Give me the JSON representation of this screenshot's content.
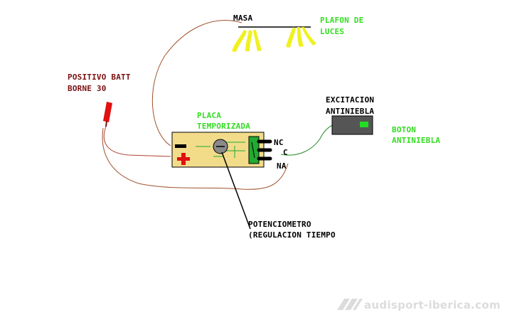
{
  "labels": {
    "masa": "MASA",
    "plafon": [
      "PLAFON DE",
      "LUCES"
    ],
    "positivo": [
      "POSITIVO BATT",
      "BORNE 30"
    ],
    "placa": [
      "PLACA",
      "TEMPORIZADA"
    ],
    "excitacion": [
      "EXCITACION",
      "ANTINIEBLA"
    ],
    "boton": [
      "BOTON",
      "ANTINIEBLA"
    ],
    "nc": "NC",
    "c": "C",
    "na": "NA",
    "potenciometro": [
      "POTENCIOMETRO",
      "(REGULACION TIEMPO"
    ]
  },
  "watermark": "audisport-iberica.com",
  "colors": {
    "wire": "#a0522d",
    "green_wire": "#228b22",
    "board": "#f2dc8a",
    "lamp": "#f0f020",
    "red": "#e01010",
    "button_body": "#555555",
    "button_led": "#22dd22",
    "relay": "#22aa33",
    "pot": "#8a8a8a",
    "label_green": "#33dd22",
    "label_darkred": "#7a1010"
  },
  "icons": {
    "watermark_logo": "audi-sport-logo-icon"
  }
}
